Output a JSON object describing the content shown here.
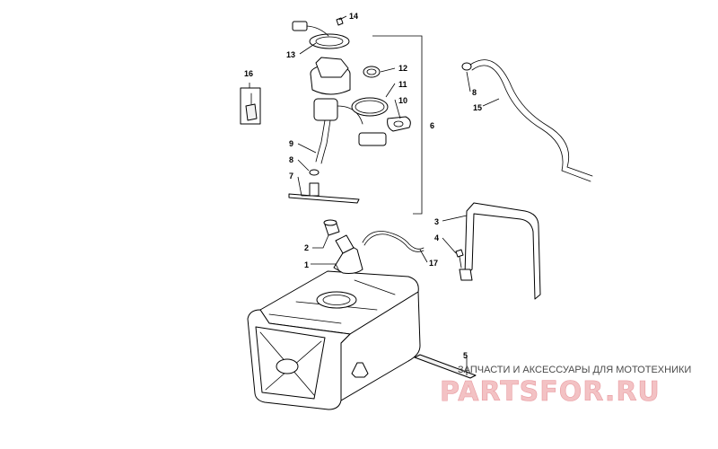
{
  "labels": [
    {
      "num": "1"
    },
    {
      "num": "2"
    },
    {
      "num": "3"
    },
    {
      "num": "4"
    },
    {
      "num": "5"
    },
    {
      "num": "6"
    },
    {
      "num": "7"
    },
    {
      "num": "8"
    },
    {
      "num": "9"
    },
    {
      "num": "10"
    },
    {
      "num": "11"
    },
    {
      "num": "12"
    },
    {
      "num": "13"
    },
    {
      "num": "14"
    },
    {
      "num": "15"
    },
    {
      "num": "16"
    },
    {
      "num": "17"
    },
    {
      "num": "8"
    }
  ],
  "watermark": {
    "tagline": "ЗАПЧАСТИ И АКСЕССУАРЫ ДЛЯ МОТОТЕХНИКИ",
    "brand": "PARTSFOR.RU",
    "colors": {
      "brand_fill": "#f3c2c4",
      "brand_stroke": "#e89aa0",
      "tagline": "#4a4a4a"
    }
  }
}
